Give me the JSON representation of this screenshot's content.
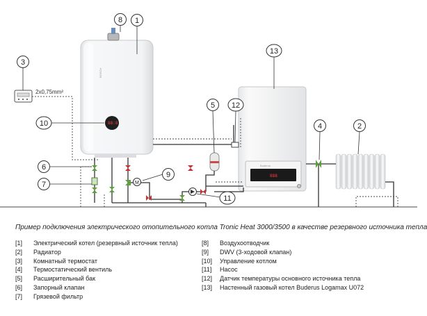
{
  "diagram": {
    "wire_label": "2x0,75mm²",
    "callouts": [
      "1",
      "2",
      "3",
      "4",
      "5",
      "6",
      "7",
      "8",
      "9",
      "10",
      "11",
      "12",
      "13"
    ],
    "pump_symbol": "M",
    "electric_boiler": {
      "brand": "BOSCH",
      "display": "88:8"
    },
    "gas_boiler": {
      "brand": "Buderus",
      "display": "888"
    }
  },
  "caption": "Пример подключения электрического отопительного котла Tronic Heat 3000/3500 в качестве резервного источника тепла",
  "legend": {
    "left": [
      {
        "num": "[1]",
        "text": "Электрический котел (резервный источник тепла)"
      },
      {
        "num": "[2]",
        "text": "Радиатор"
      },
      {
        "num": "[3]",
        "text": "Комнатный термостат"
      },
      {
        "num": "[4]",
        "text": "Термостатический вентиль"
      },
      {
        "num": "[5]",
        "text": "Расширительный бак"
      },
      {
        "num": "[6]",
        "text": "Запорный клапан"
      },
      {
        "num": "[7]",
        "text": "Грязевой фильтр"
      }
    ],
    "right": [
      {
        "num": "[8]",
        "text": "Воздухоотводчик"
      },
      {
        "num": "[9]",
        "text": "DWV (3-ходовой клапан)"
      },
      {
        "num": "[10]",
        "text": "Управление котлом"
      },
      {
        "num": "[11]",
        "text": "Насос"
      },
      {
        "num": "[12]",
        "text": "Датчик температуры основного источника тепла"
      },
      {
        "num": "[13]",
        "text": "Настенный газовый котел Buderus Logamax U072"
      }
    ]
  },
  "colors": {
    "pipe": "#333333",
    "boiler_body": "#f1f2f3",
    "display_bg": "#1a1a1a",
    "display_digits": "#ff3b3b",
    "valve_green": "#5c9e3c",
    "valve_red": "#c03434",
    "tank_red": "#c84a4a"
  }
}
